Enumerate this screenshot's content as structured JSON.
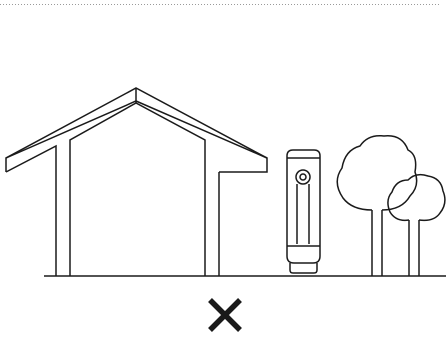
{
  "illustration": {
    "house-icon": "house",
    "camera-icon": "indoor-security-camera",
    "tree-icons": [
      "tree",
      "tree"
    ],
    "status": "not-allowed",
    "stroke-color": "#1a1a1a",
    "separator-color": "#9a9a9a"
  }
}
